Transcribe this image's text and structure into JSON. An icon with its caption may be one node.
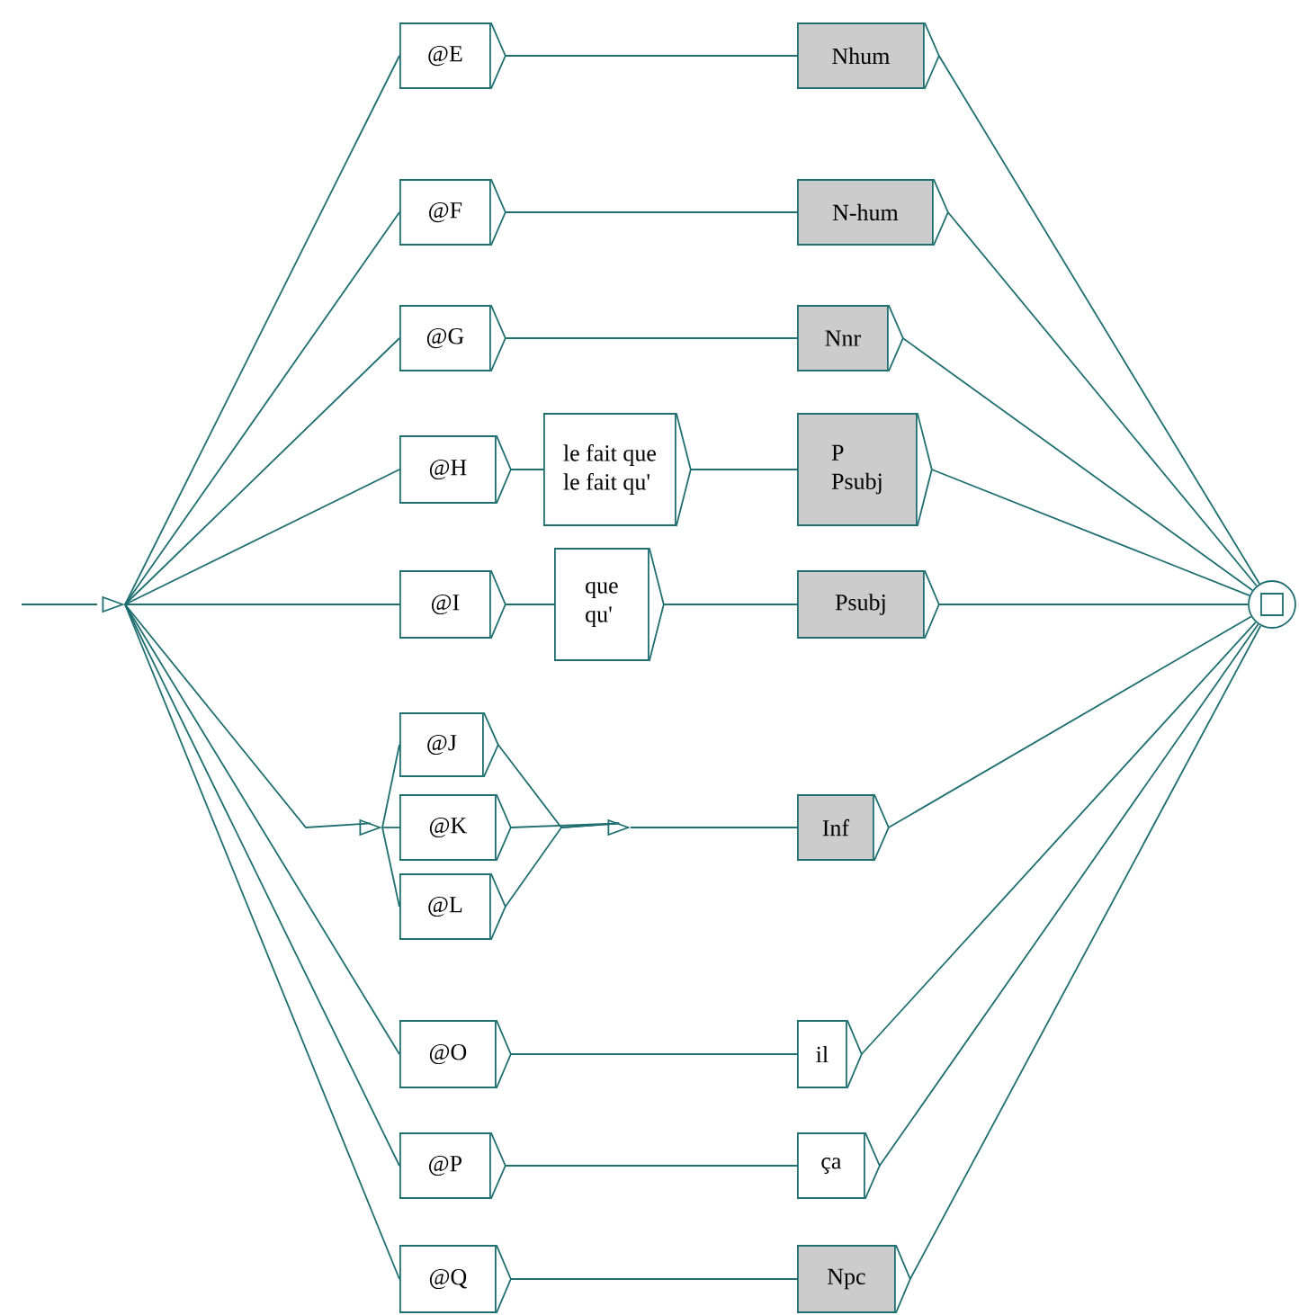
{
  "diagram": {
    "nodes": [
      {
        "text": [],
        "shape": "triangle"
      },
      {
        "text": [
          "@E"
        ]
      },
      {
        "text": [
          "Nhum"
        ]
      },
      {
        "text": [
          "@F"
        ]
      },
      {
        "text": [
          "N-hum"
        ]
      },
      {
        "text": [
          "@G"
        ]
      },
      {
        "text": [
          "Nnr"
        ]
      },
      {
        "text": [
          "@H"
        ]
      },
      {
        "text": [
          "le fait que",
          "le fait qu'"
        ]
      },
      {
        "text": [
          "P",
          "Psubj"
        ]
      },
      {
        "text": [
          "@I"
        ]
      },
      {
        "text": [
          "que",
          "qu'"
        ]
      },
      {
        "text": [
          "Psubj"
        ]
      },
      {
        "text": [],
        "shape": "triangle"
      },
      {
        "text": [
          "@J"
        ]
      },
      {
        "text": [
          "@K"
        ]
      },
      {
        "text": [
          "@L"
        ]
      },
      {
        "text": [],
        "shape": "triangle"
      },
      {
        "text": [
          "Inf"
        ]
      },
      {
        "text": [
          "@O"
        ]
      },
      {
        "text": [
          "il"
        ]
      },
      {
        "text": [
          "@P"
        ]
      },
      {
        "text": [
          "ça"
        ]
      },
      {
        "text": [
          "@Q"
        ]
      },
      {
        "text": [
          "Npc"
        ]
      },
      {
        "text": [],
        "shape": "circle"
      }
    ],
    "edges": [
      {
        "from": 0,
        "to": 1,
        "arrow": "none"
      },
      {
        "from": 0,
        "to": 3,
        "arrow": "none"
      },
      {
        "from": 0,
        "to": 5,
        "arrow": "none"
      },
      {
        "from": 0,
        "to": 7,
        "arrow": "none"
      },
      {
        "from": 0,
        "to": 10,
        "arrow": "none"
      },
      {
        "from": 0,
        "to": 13,
        "arrow": "none"
      },
      {
        "from": 0,
        "to": 19,
        "arrow": "none"
      },
      {
        "from": 0,
        "to": 21,
        "arrow": "none"
      },
      {
        "from": 0,
        "to": 23,
        "arrow": "none"
      },
      {
        "from": 1,
        "to": 2,
        "arrow": "none"
      },
      {
        "from": 3,
        "to": 4,
        "arrow": "none"
      },
      {
        "from": 5,
        "to": 6,
        "arrow": "none"
      },
      {
        "from": 7,
        "to": 8,
        "arrow": "none"
      },
      {
        "from": 8,
        "to": 9,
        "arrow": "none"
      },
      {
        "from": 10,
        "to": 11,
        "arrow": "none"
      },
      {
        "from": 11,
        "to": 12,
        "arrow": "none"
      },
      {
        "from": 13,
        "to": 14,
        "arrow": "none"
      },
      {
        "from": 13,
        "to": 15,
        "arrow": "none"
      },
      {
        "from": 13,
        "to": 16,
        "arrow": "none"
      },
      {
        "from": 14,
        "to": 17,
        "arrow": "none"
      },
      {
        "from": 15,
        "to": 17,
        "arrow": "none"
      },
      {
        "from": 16,
        "to": 17,
        "arrow": "none"
      },
      {
        "from": 17,
        "to": 18,
        "arrow": "none"
      },
      {
        "from": 19,
        "to": 20,
        "arrow": "none"
      },
      {
        "from": 21,
        "to": 22,
        "arrow": "none"
      },
      {
        "from": 23,
        "to": 24,
        "arrow": "none"
      },
      {
        "from": 2,
        "to": 25,
        "arrow": "none"
      },
      {
        "from": 4,
        "to": 25,
        "arrow": "none"
      },
      {
        "from": 6,
        "to": 25,
        "arrow": "none"
      },
      {
        "from": 9,
        "to": 25,
        "arrow": "none"
      },
      {
        "from": 12,
        "to": 25,
        "arrow": "none"
      },
      {
        "from": 18,
        "to": 25,
        "arrow": "none"
      },
      {
        "from": 20,
        "to": 25,
        "arrow": "none"
      },
      {
        "from": 22,
        "to": 25,
        "arrow": "none"
      },
      {
        "from": 24,
        "to": 25,
        "arrow": "none"
      }
    ]
  }
}
